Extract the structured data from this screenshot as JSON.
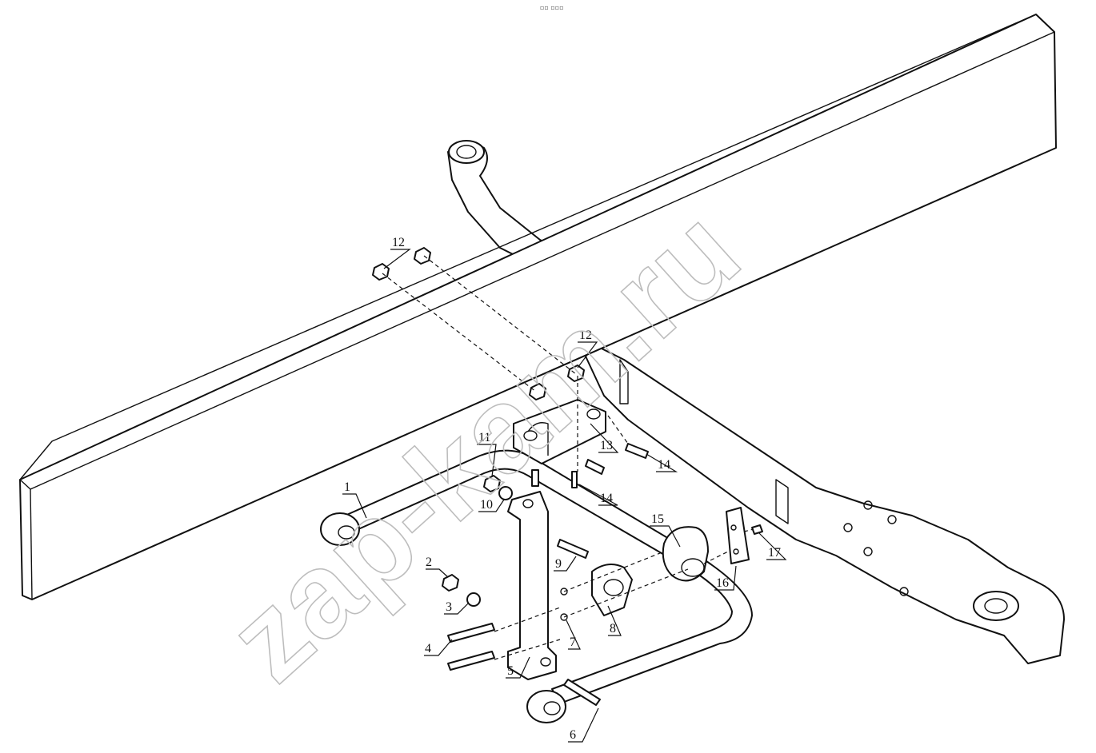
{
  "header_mark": "▫▫ ▫▫▫",
  "watermark": "zap-kam.ru",
  "callouts": [
    {
      "id": "c1",
      "label": "1"
    },
    {
      "id": "c2",
      "label": "2"
    },
    {
      "id": "c3",
      "label": "3"
    },
    {
      "id": "c4",
      "label": "4"
    },
    {
      "id": "c5",
      "label": "5"
    },
    {
      "id": "c6",
      "label": "6"
    },
    {
      "id": "c7",
      "label": "7"
    },
    {
      "id": "c8",
      "label": "8"
    },
    {
      "id": "c9",
      "label": "9"
    },
    {
      "id": "c10",
      "label": "10"
    },
    {
      "id": "c11",
      "label": "11"
    },
    {
      "id": "c12a",
      "label": "12"
    },
    {
      "id": "c12b",
      "label": "12"
    },
    {
      "id": "c13",
      "label": "13"
    },
    {
      "id": "c14a",
      "label": "14"
    },
    {
      "id": "c14b",
      "label": "14"
    },
    {
      "id": "c15",
      "label": "15"
    },
    {
      "id": "c16",
      "label": "16"
    },
    {
      "id": "c17",
      "label": "17"
    }
  ],
  "colors": {
    "line": "#111111",
    "background": "#ffffff",
    "watermark": "#bdbdbd"
  }
}
